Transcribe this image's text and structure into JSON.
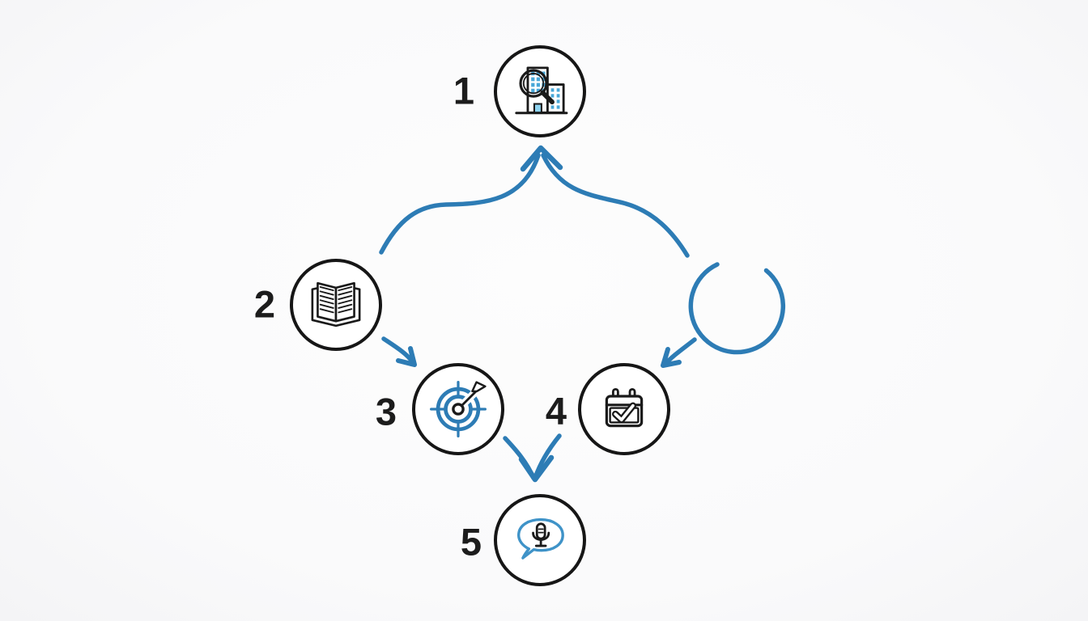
{
  "diagram": {
    "type": "numbered-flow-diagram",
    "background_color": "#fafafb",
    "arrow_color": "#2d7cb5",
    "node_border_color": "#161616",
    "number_color": "#1c1c1c",
    "nodes": [
      {
        "label": "1",
        "icon": "building-search-icon"
      },
      {
        "label": "2",
        "icon": "open-book-icon"
      },
      {
        "label": "3",
        "icon": "target-dart-icon"
      },
      {
        "label": "4",
        "icon": "calendar-check-icon"
      },
      {
        "label": "5",
        "icon": "speech-mic-icon"
      }
    ],
    "loop_shape": {
      "name": "open-circle",
      "color": "#2d7cb5"
    }
  }
}
